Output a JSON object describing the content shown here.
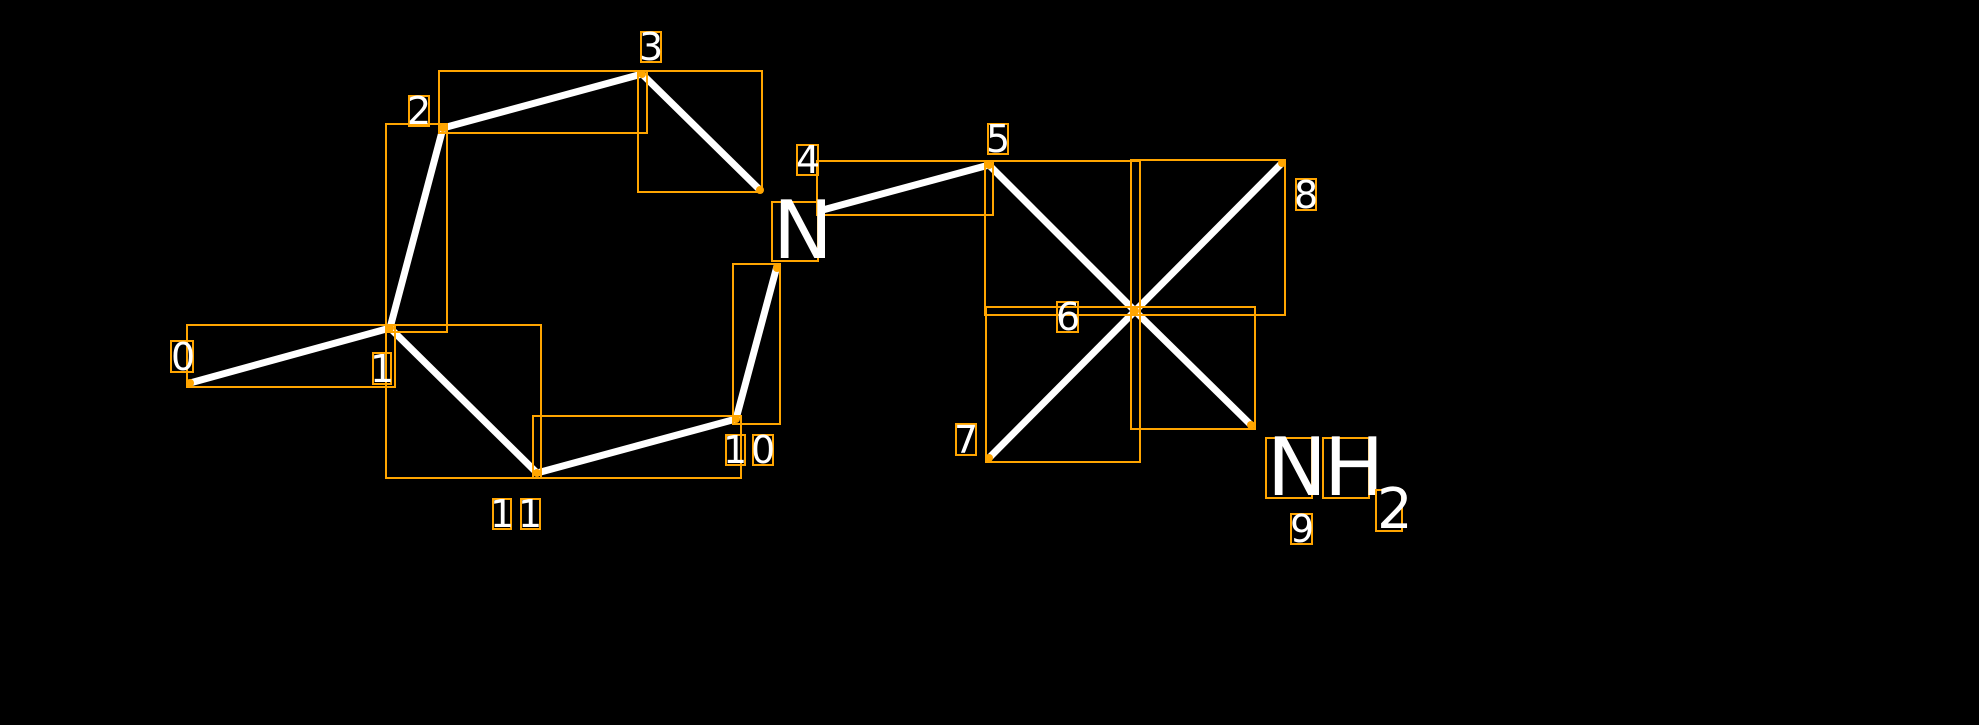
{
  "diagram": {
    "type": "molecule-annotation",
    "colors": {
      "background": "#000000",
      "bond": "#FFFFFF",
      "box": "#FFA500"
    },
    "atom_labels": {
      "ring_n": "N",
      "amine_n": "N",
      "amine_h": "H",
      "amine_sub": "2"
    },
    "indices": [
      "0",
      "1",
      "2",
      "3",
      "4",
      "5",
      "6",
      "7",
      "8",
      "9",
      "1",
      "0",
      "1",
      "1"
    ]
  }
}
